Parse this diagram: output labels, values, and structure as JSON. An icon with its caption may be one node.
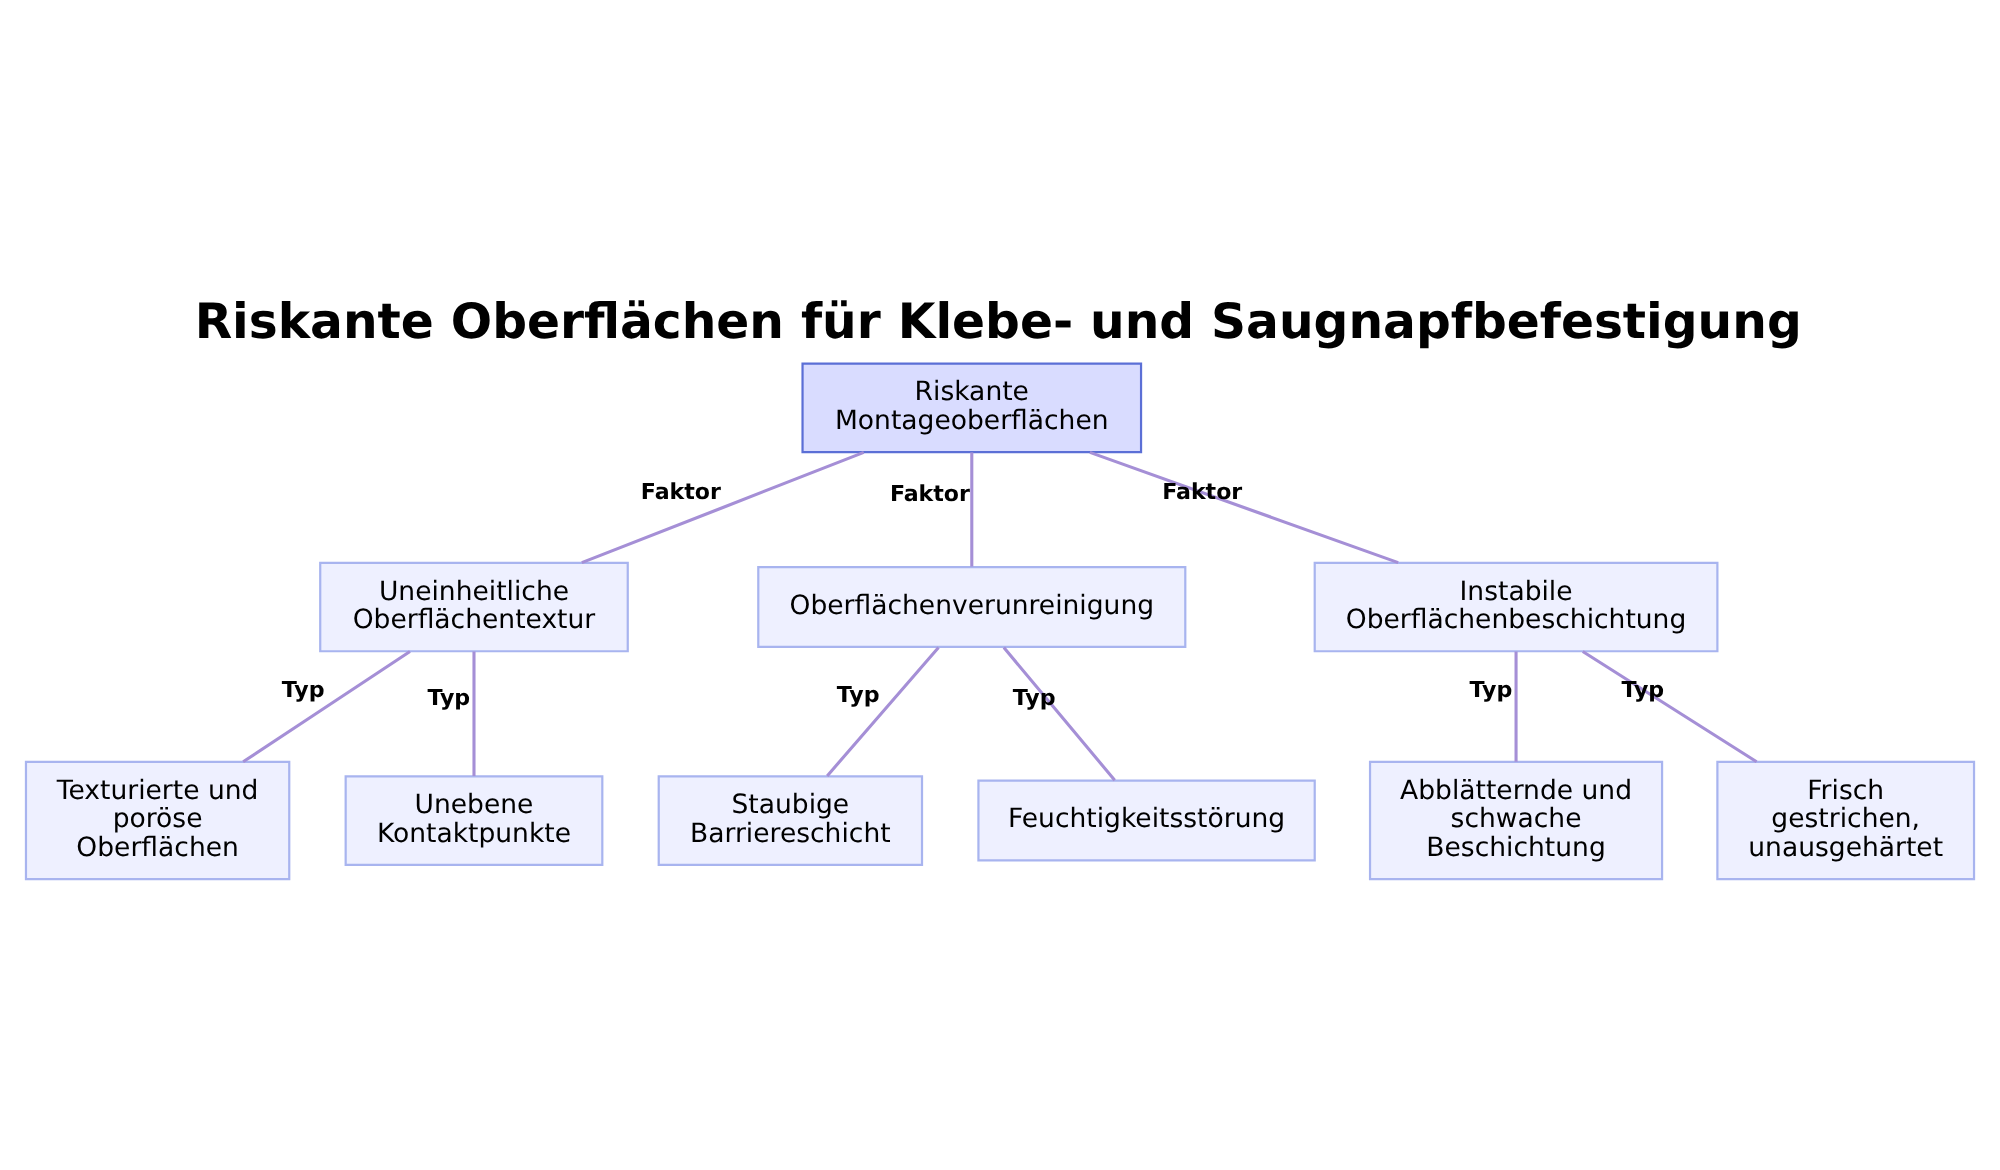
{
  "diagram": {
    "title": "Riskante Oberflächen für Klebe- und Saugnapfbefestigung",
    "nodes": [
      {
        "text": [
          "Riskante Montageoberflächen"
        ]
      },
      {
        "text": [
          "Uneinheitliche Oberflächentextur"
        ]
      },
      {
        "text": [
          "Oberflächenverunreinigung"
        ]
      },
      {
        "text": [
          "Instabile Oberflächenbeschichtung"
        ]
      },
      {
        "text": [
          "Texturierte und poröse Oberflächen"
        ]
      },
      {
        "text": [
          "Unebene Kontaktpunkte"
        ]
      },
      {
        "text": [
          "Staubige Barriereschicht"
        ]
      },
      {
        "text": [
          "Feuchtigkeitsstörung"
        ]
      },
      {
        "text": [
          "Abblätternde und schwache Beschichtung"
        ]
      },
      {
        "text": [
          "Frisch gestrichen, unausgehärtet"
        ]
      }
    ],
    "edges": [
      {
        "from": 0,
        "to": 1,
        "arrow": "none",
        "label": "Faktor"
      },
      {
        "from": 0,
        "to": 2,
        "arrow": "none",
        "label": "Faktor"
      },
      {
        "from": 0,
        "to": 3,
        "arrow": "none",
        "label": "Faktor"
      },
      {
        "from": 1,
        "to": 4,
        "arrow": "none",
        "label": "Typ"
      },
      {
        "from": 1,
        "to": 5,
        "arrow": "none",
        "label": "Typ"
      },
      {
        "from": 2,
        "to": 6,
        "arrow": "none",
        "label": "Typ"
      },
      {
        "from": 2,
        "to": 7,
        "arrow": "none",
        "label": "Typ"
      },
      {
        "from": 3,
        "to": 8,
        "arrow": "none",
        "label": "Typ"
      },
      {
        "from": 3,
        "to": 9,
        "arrow": "none",
        "label": "Typ"
      }
    ]
  }
}
